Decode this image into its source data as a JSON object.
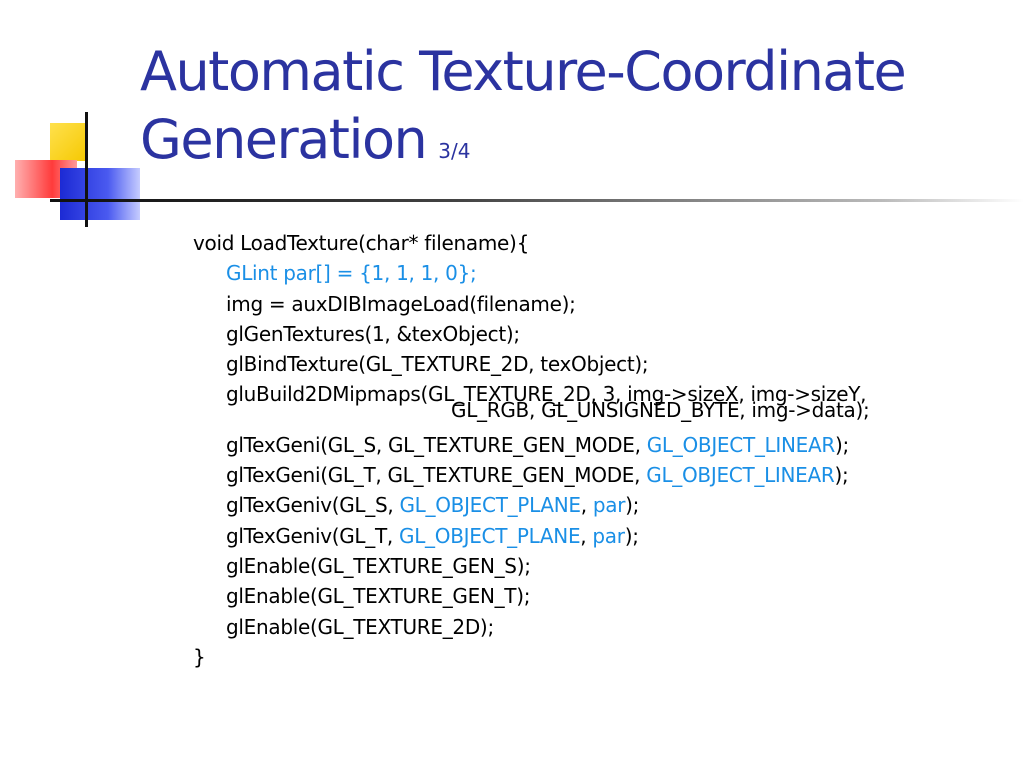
{
  "slide": {
    "title_line1": "Automatic Texture-Coordinate",
    "title_line2": "Generation",
    "page": "3/4"
  },
  "code": {
    "l1": "void LoadTexture(char* filename){",
    "l2": "GLint par[] = {1, 1, 1, 0};",
    "l3": "img = auxDIBImageLoad(filename);",
    "l4": "glGenTextures(1, &texObject);",
    "l5": "glBindTexture(GL_TEXTURE_2D, texObject);",
    "l6": "gluBuild2DMipmaps(GL_TEXTURE_2D, 3, img->sizeX, img->sizeY,",
    "l6b": "GL_RGB, GL_UNSIGNED_BYTE, img->data);",
    "l7a": "glTexGeni(GL_S, GL_TEXTURE_GEN_MODE, ",
    "l7b": "GL_OBJECT_LINEAR",
    "l7c": ");",
    "l8a": "glTexGeni(GL_T, GL_TEXTURE_GEN_MODE, ",
    "l8b": "GL_OBJECT_LINEAR",
    "l8c": ");",
    "l9a": "glTexGeniv(GL_S, ",
    "l9b": "GL_OBJECT_PLANE",
    "l9c": ", ",
    "l9d": "par",
    "l9e": ");",
    "l10a": "glTexGeniv(GL_T, ",
    "l10b": "GL_OBJECT_PLANE",
    "l10c": ", ",
    "l10d": "par",
    "l10e": ");",
    "l11": "glEnable(GL_TEXTURE_GEN_S);",
    "l12": "glEnable(GL_TEXTURE_GEN_T);",
    "l13": "glEnable(GL_TEXTURE_2D);",
    "l14": "}"
  },
  "colors": {
    "title": "#2b33a0",
    "highlight": "#1a8fe6",
    "text": "#000000"
  }
}
